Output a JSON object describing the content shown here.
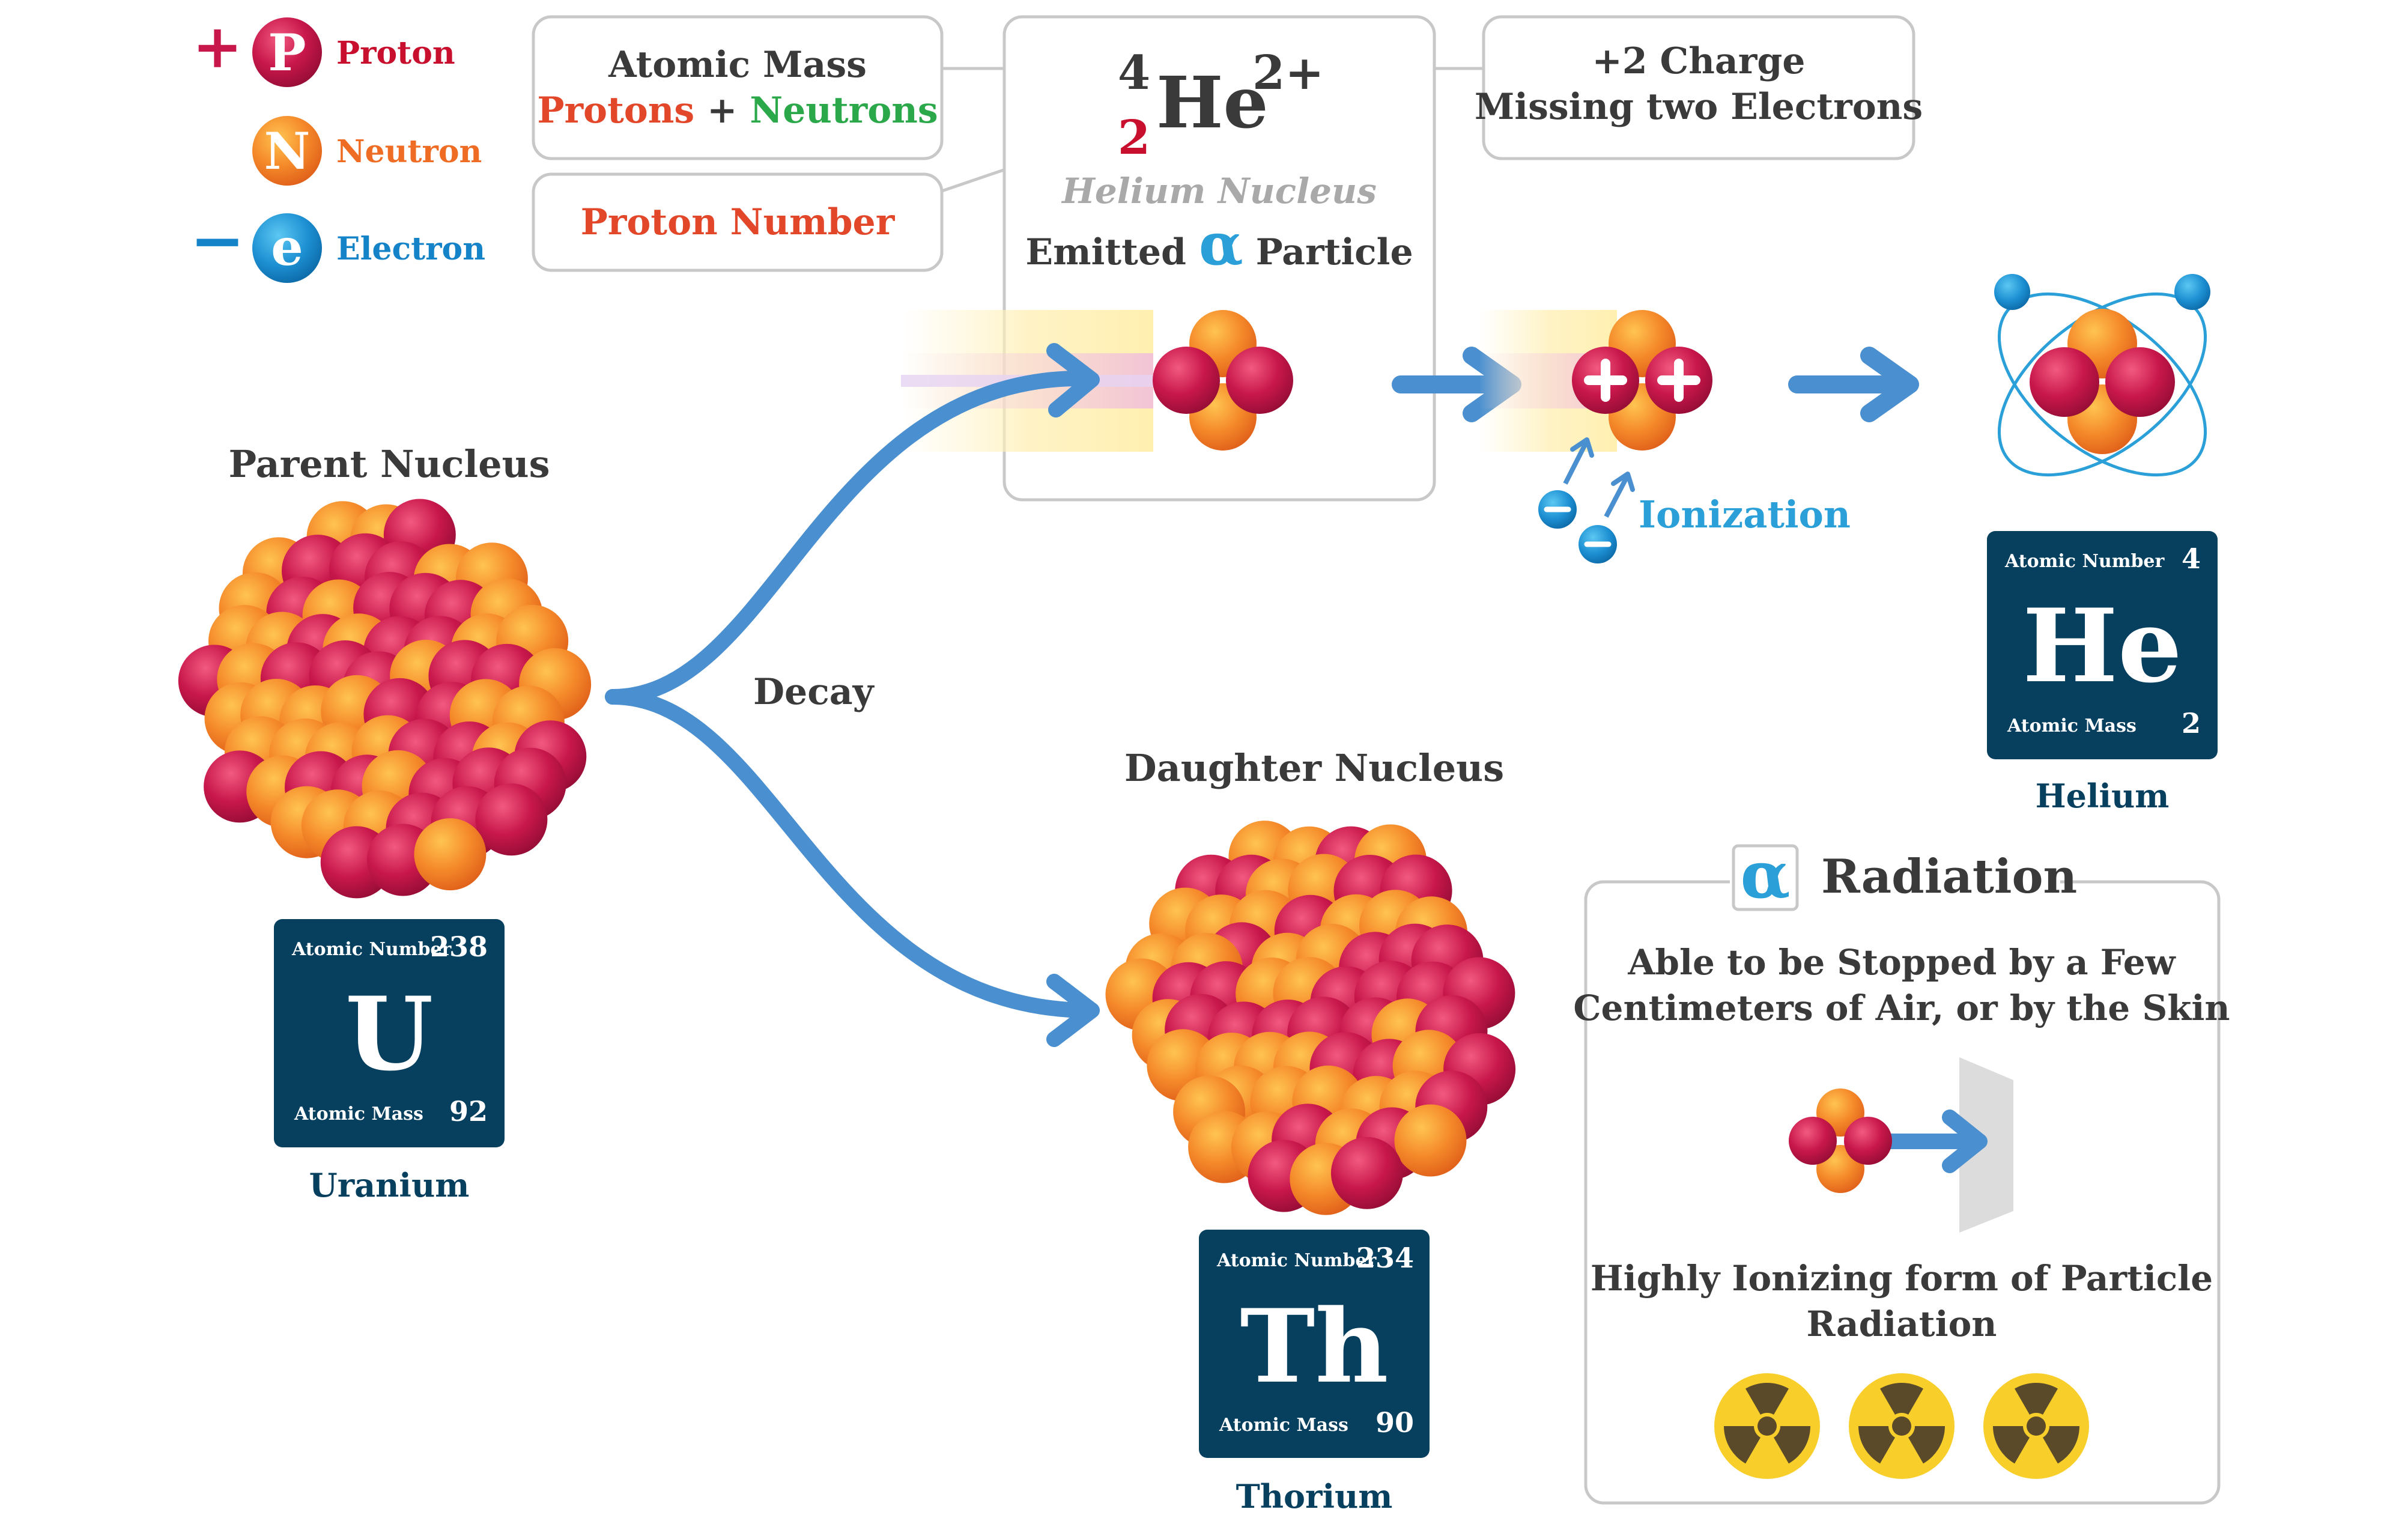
{
  "colors": {
    "proton": "#c8174b",
    "proton_light": "#f05a7e",
    "neutron": "#f37921",
    "neutron_light": "#ffc04d",
    "electron": "#1583c8",
    "electron_light": "#4fc1f0",
    "arrow": "#4a8fd0",
    "dark_text": "#3a3a3a",
    "red_text": "#c8102e",
    "orange_red_text": "#e2472a",
    "green_text": "#2aa84a",
    "blue_text": "#2a9fd8",
    "orange_text": "#ef6c24",
    "gray_text": "#a9a9a9",
    "tile_bg": "#07405f",
    "tile_name": "#07405f",
    "box_border": "#c8c8c8",
    "radiation_yellow": "#f8cf2a",
    "radiation_dark": "#5a4a2a"
  },
  "legend": {
    "proton": {
      "sign": "+",
      "letter": "P",
      "label": "Proton"
    },
    "neutron": {
      "letter": "N",
      "label": "Neutron"
    },
    "electron": {
      "sign": "−",
      "letter": "e",
      "label": "Electron"
    }
  },
  "notation": {
    "atomic_mass_title": "Atomic Mass",
    "protons": "Protons",
    "plus": "+",
    "neutrons": "Neutrons",
    "proton_number": "Proton Number",
    "mass_number": "4",
    "atomic_number": "2",
    "symbol": "He",
    "charge": "2+",
    "charge_title": "+2 Charge",
    "charge_subtitle": "Missing two Electrons",
    "helium_nucleus": "Helium Nucleus",
    "emitted": "Emitted",
    "alpha": "α",
    "particle": "Particle"
  },
  "ionization": {
    "label": "Ionization"
  },
  "parent": {
    "title": "Parent Nucleus"
  },
  "decay": {
    "label": "Decay"
  },
  "daughter": {
    "title": "Daughter Nucleus"
  },
  "elements": {
    "uranium": {
      "atomic_number_label": "Atomic Number",
      "atomic_number": "238",
      "symbol": "U",
      "atomic_mass_label": "Atomic Mass",
      "atomic_mass": "92",
      "name": "Uranium"
    },
    "thorium": {
      "atomic_number_label": "Atomic Number",
      "atomic_number": "234",
      "symbol": "Th",
      "atomic_mass_label": "Atomic Mass",
      "atomic_mass": "90",
      "name": "Thorium"
    },
    "helium": {
      "atomic_number_label": "Atomic Number",
      "atomic_number": "4",
      "symbol": "He",
      "atomic_mass_label": "Atomic Mass",
      "atomic_mass": "2",
      "name": "Helium"
    }
  },
  "radiation": {
    "alpha": "α",
    "title": "Radiation",
    "stopped_line1": "Able to be Stopped by a Few",
    "stopped_line2": "Centimeters of Air, or by the Skin",
    "ionizing_line1": "Highly Ionizing form of Particle",
    "ionizing_line2": "Radiation"
  }
}
